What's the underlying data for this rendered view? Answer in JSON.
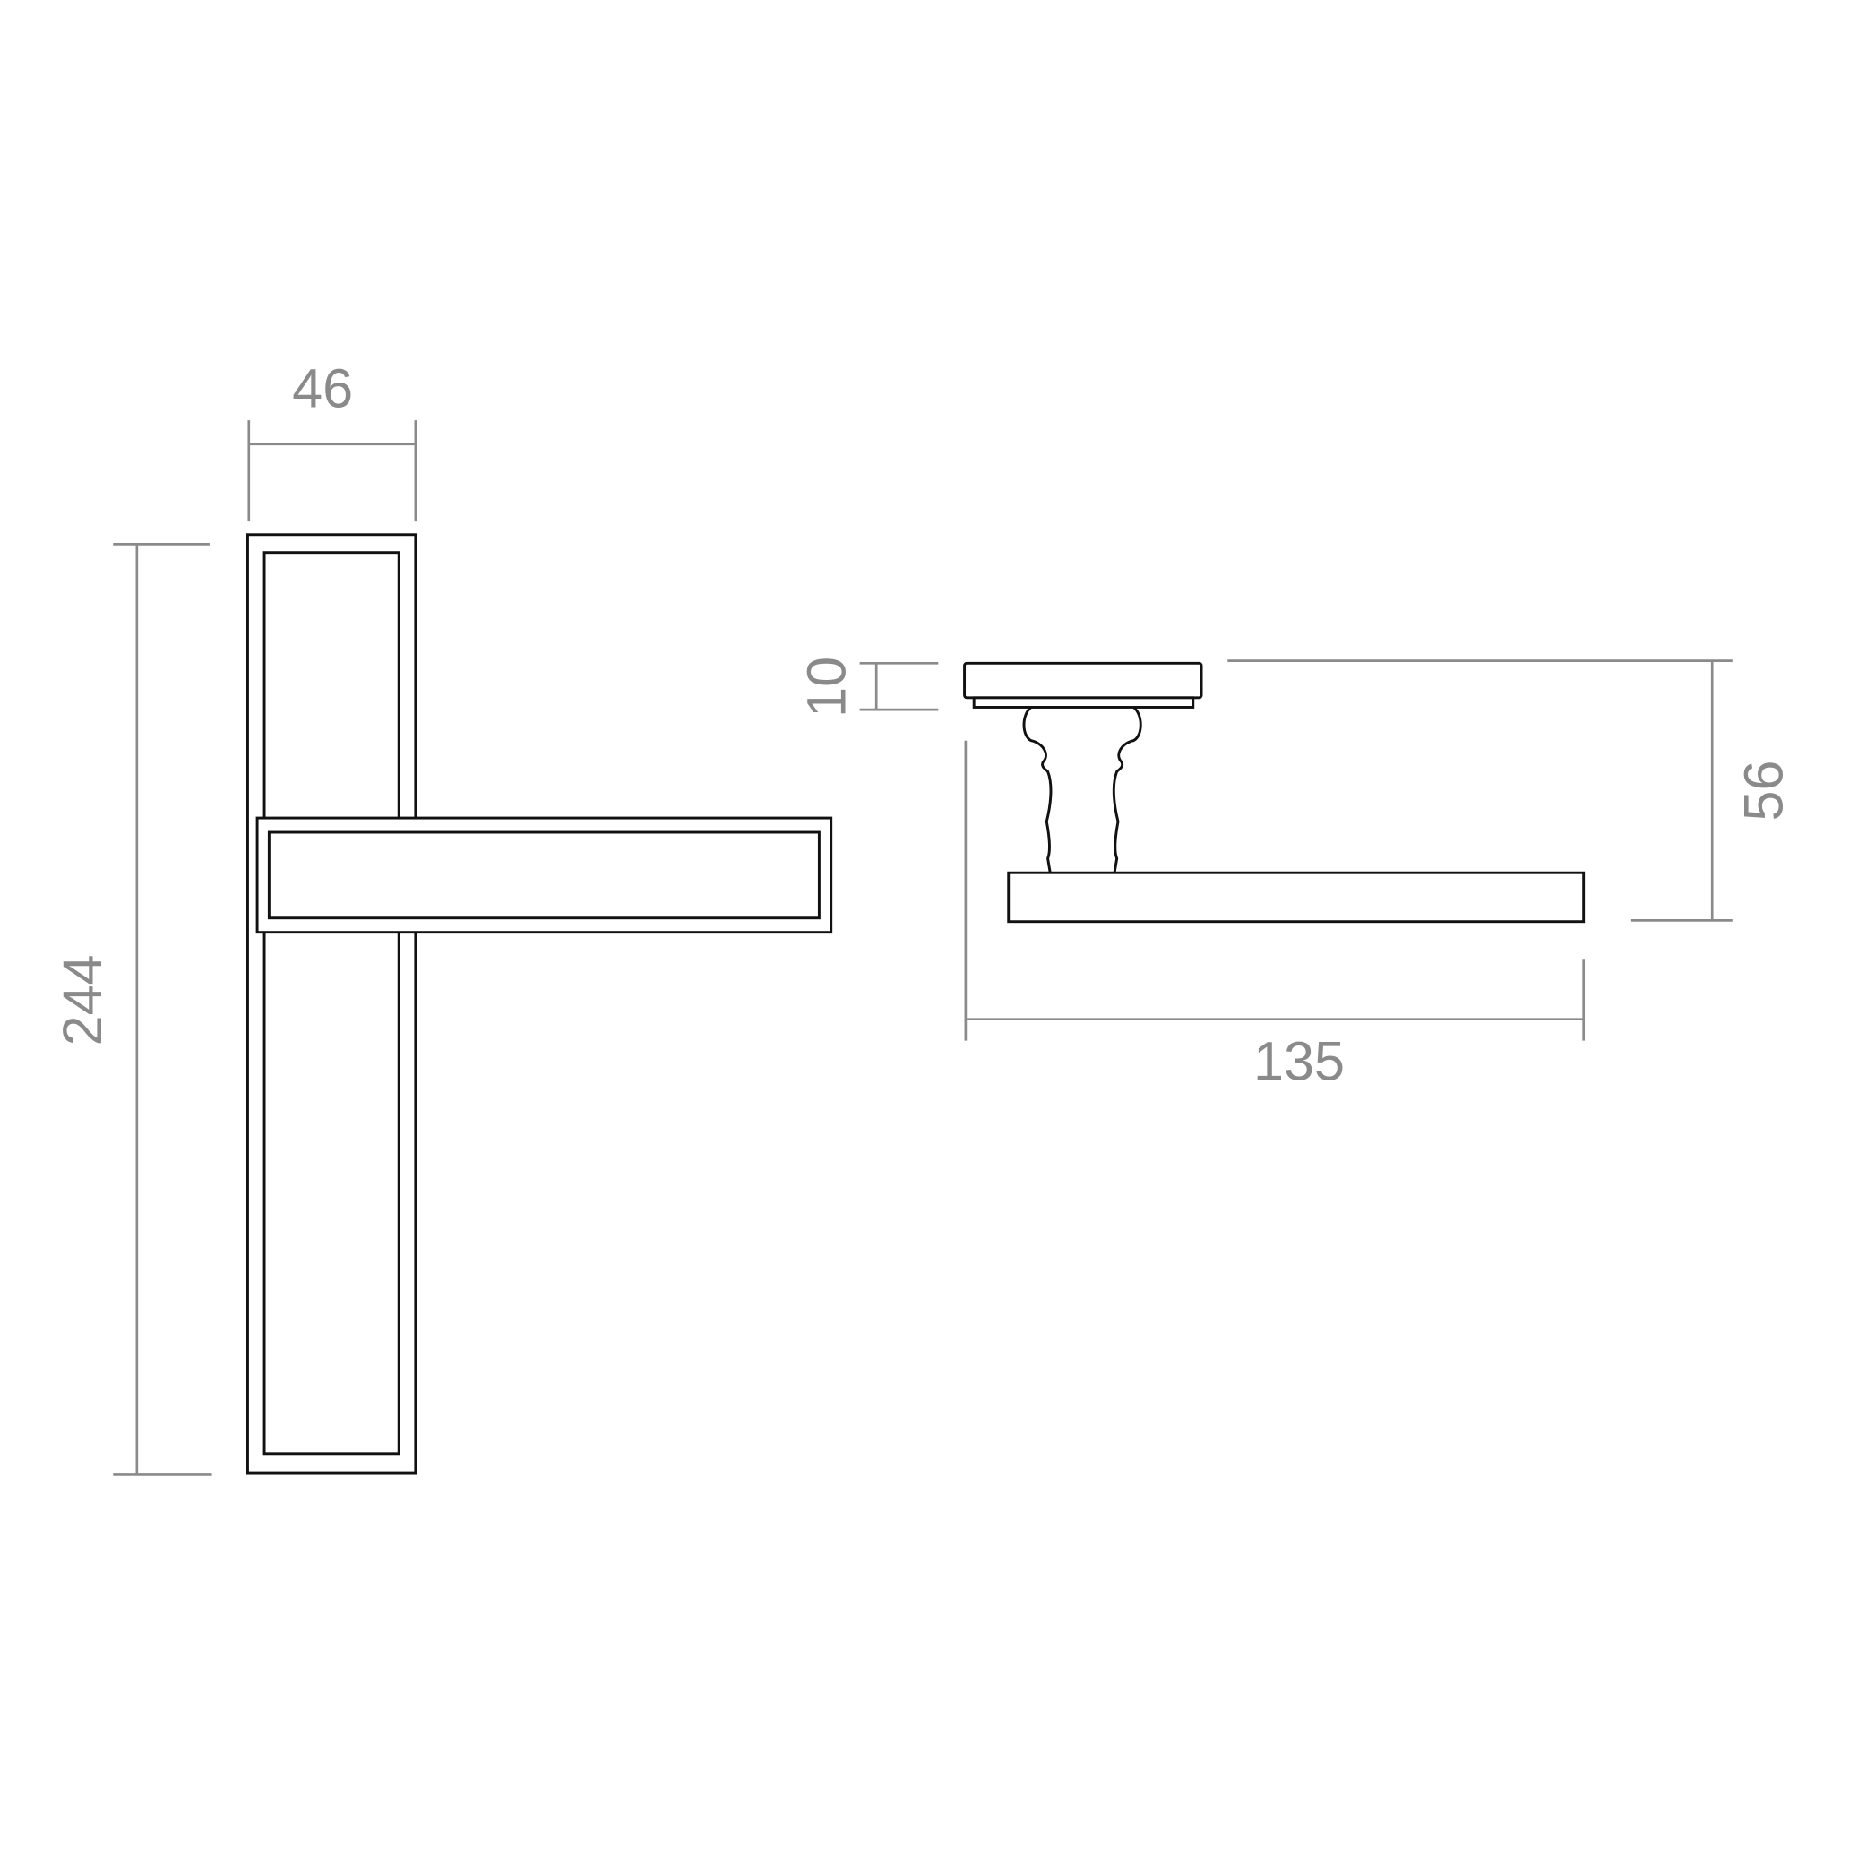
{
  "dimensions": {
    "rose_width": "46",
    "plate_height": "244",
    "rose_thickness": "10",
    "projection": "56",
    "lever_length": "135"
  },
  "colors": {
    "outline": "#111111",
    "dimension": "#8a8a8a"
  }
}
